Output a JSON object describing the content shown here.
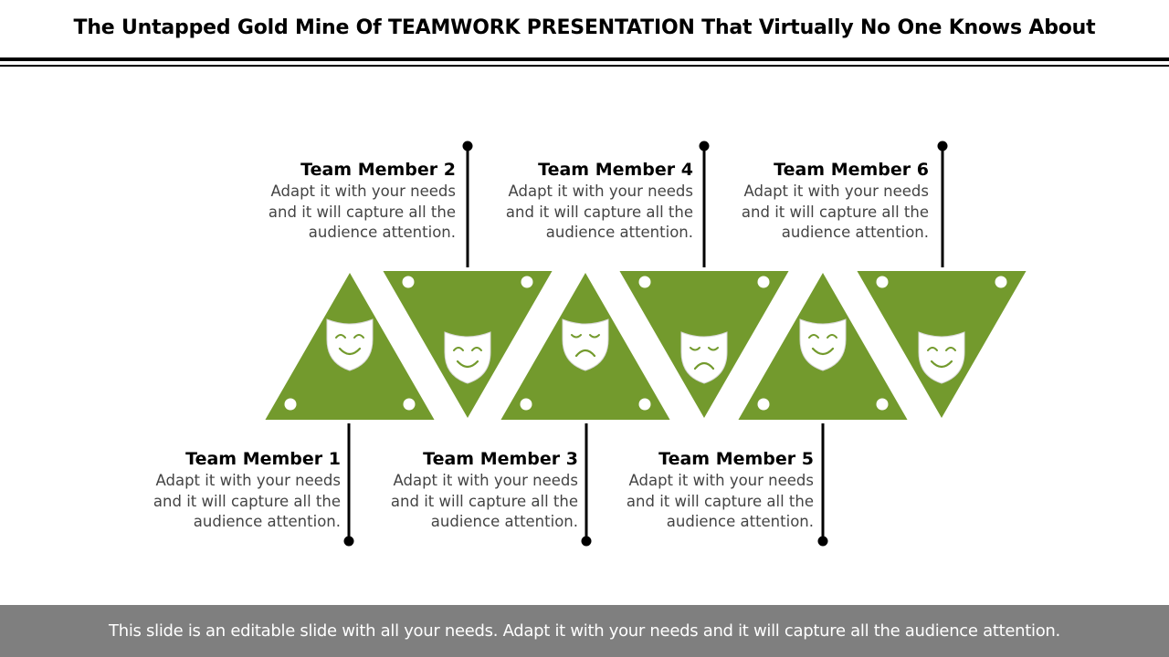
{
  "title": "The Untapped Gold Mine Of TEAMWORK PRESENTATION That Virtually No One Knows About",
  "colors": {
    "accent": "#739a2d",
    "text": "#000000",
    "footer_bg": "#7f7f7f",
    "footer_text": "#ffffff"
  },
  "members": [
    {
      "name": "Team Member 1",
      "line1": "Adapt it with your needs",
      "line2": "and it will capture all the",
      "line3": "audience attention.",
      "mask": "smile"
    },
    {
      "name": "Team Member 2",
      "line1": "Adapt it with your needs",
      "line2": "and it will capture all the",
      "line3": "audience attention.",
      "mask": "smile"
    },
    {
      "name": "Team Member 3",
      "line1": "Adapt it with your needs",
      "line2": "and it will capture all the",
      "line3": "audience attention.",
      "mask": "frown"
    },
    {
      "name": "Team Member 4",
      "line1": "Adapt it with your needs",
      "line2": "and it will capture all the",
      "line3": "audience attention.",
      "mask": "frown"
    },
    {
      "name": "Team Member 5",
      "line1": "Adapt it with your needs",
      "line2": "and it will capture all the",
      "line3": "audience attention.",
      "mask": "smile"
    },
    {
      "name": "Team Member 6",
      "line1": "Adapt it with your needs",
      "line2": "and it will capture all the",
      "line3": "audience attention.",
      "mask": "smile"
    }
  ],
  "footer": {
    "text": "This slide is an editable slide with all your needs. Adapt it with your needs and it will capture all the audience attention."
  }
}
